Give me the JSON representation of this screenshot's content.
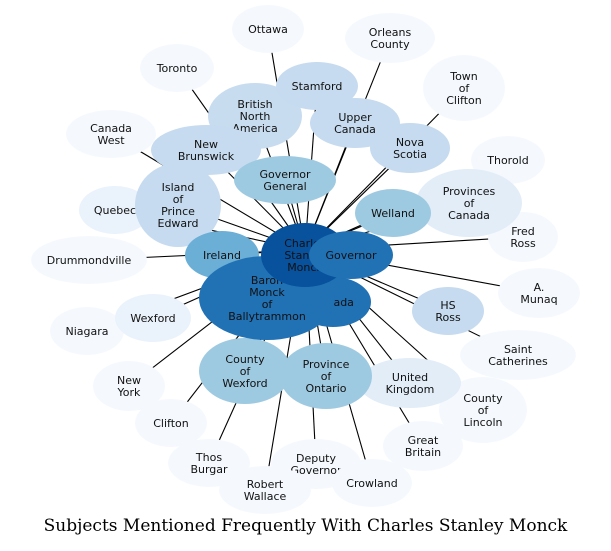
{
  "title": "Subjects Mentioned Frequently With Charles Stanley Monck",
  "center": "Charles Stanley Monck",
  "nodes": [
    {
      "id": "ottawa",
      "label": [
        "Ottawa"
      ],
      "color": "#f5f9fe"
    },
    {
      "id": "orleans-county",
      "label": [
        "Orleans",
        "County"
      ],
      "color": "#f5f9fe"
    },
    {
      "id": "toronto",
      "label": [
        "Toronto"
      ],
      "color": "#f5f9fe"
    },
    {
      "id": "town-of-clifton",
      "label": [
        "Town",
        "of",
        "Clifton"
      ],
      "color": "#f5f9fe"
    },
    {
      "id": "canada-west",
      "label": [
        "Canada",
        "West"
      ],
      "color": "#f5f9fe"
    },
    {
      "id": "thorold",
      "label": [
        "Thorold"
      ],
      "color": "#f5f9fe"
    },
    {
      "id": "fred-ross",
      "label": [
        "Fred",
        "Ross"
      ],
      "color": "#f5f9fe"
    },
    {
      "id": "drummondville",
      "label": [
        "Drummondville"
      ],
      "color": "#f5f9fe"
    },
    {
      "id": "a-munaq",
      "label": [
        "A.",
        "Munaq"
      ],
      "color": "#f5f9fe"
    },
    {
      "id": "niagara",
      "label": [
        "Niagara"
      ],
      "color": "#f5f9fe"
    },
    {
      "id": "saint-catherines",
      "label": [
        "Saint",
        "Catherines"
      ],
      "color": "#f5f9fe"
    },
    {
      "id": "new-york",
      "label": [
        "New",
        "York"
      ],
      "color": "#f5f9fe"
    },
    {
      "id": "county-of-lincoln",
      "label": [
        "County",
        "of",
        "Lincoln"
      ],
      "color": "#f5f9fe"
    },
    {
      "id": "clifton",
      "label": [
        "Clifton"
      ],
      "color": "#f5f9fe"
    },
    {
      "id": "great-britain",
      "label": [
        "Great",
        "Britain"
      ],
      "color": "#f5f9fe"
    },
    {
      "id": "thos-burgar",
      "label": [
        "Thos",
        "Burgar"
      ],
      "color": "#f5f9fe"
    },
    {
      "id": "deputy-governor",
      "label": [
        "Deputy",
        "Governor"
      ],
      "color": "#f5f9fe"
    },
    {
      "id": "crowland",
      "label": [
        "Crowland"
      ],
      "color": "#f5f9fe"
    },
    {
      "id": "robert-wallace",
      "label": [
        "Robert",
        "Wallace"
      ],
      "color": "#f5f9fe"
    },
    {
      "id": "wexford",
      "label": [
        "Wexford"
      ],
      "color": "#eaf2fb"
    },
    {
      "id": "quebec",
      "label": [
        "Quebec"
      ],
      "color": "#eaf2fb"
    },
    {
      "id": "provinces-of-canada",
      "label": [
        "Provinces",
        "of",
        "Canada"
      ],
      "color": "#e2edf8"
    },
    {
      "id": "united-kingdom",
      "label": [
        "United",
        "Kingdom"
      ],
      "color": "#e2edf8"
    },
    {
      "id": "british-north-america",
      "label": [
        "British",
        "North",
        "America"
      ],
      "color": "#c8dcf0"
    },
    {
      "id": "stamford",
      "label": [
        "Stamford"
      ],
      "color": "#c6dbef"
    },
    {
      "id": "upper-canada",
      "label": [
        "Upper",
        "Canada"
      ],
      "color": "#c6dbef"
    },
    {
      "id": "new-brunswick",
      "label": [
        "New",
        "Brunswick"
      ],
      "color": "#c6dbef"
    },
    {
      "id": "nova-scotia",
      "label": [
        "Nova",
        "Scotia"
      ],
      "color": "#c6dbef"
    },
    {
      "id": "island-of-prince-edward",
      "label": [
        "Island",
        "of",
        "Prince",
        "Edward"
      ],
      "color": "#c6dbef"
    },
    {
      "id": "hs-ross",
      "label": [
        "HS",
        "Ross"
      ],
      "color": "#c6dbef"
    },
    {
      "id": "governor-general",
      "label": [
        "Governor",
        "General"
      ],
      "color": "#9ecae1"
    },
    {
      "id": "welland",
      "label": [
        "Welland"
      ],
      "color": "#9ecae1"
    },
    {
      "id": "county-of-wexford",
      "label": [
        "County",
        "of",
        "Wexford"
      ],
      "color": "#9ecae1"
    },
    {
      "id": "province-of-ontario",
      "label": [
        "Province",
        "of",
        "Ontario"
      ],
      "color": "#9ecae1"
    },
    {
      "id": "ireland",
      "label": [
        "Ireland"
      ],
      "color": "#6baed6"
    },
    {
      "id": "canada",
      "label": [
        "Canada"
      ],
      "color": "#2171b5"
    },
    {
      "id": "baron-monck-of-ballytrammon",
      "label": [
        "Baron",
        "Monck",
        "of",
        "Ballytrammon"
      ],
      "color": "#2171b5"
    },
    {
      "id": "charles-stanley-monck",
      "label": [
        "Charles",
        "Stanley",
        "Monck"
      ],
      "color": "#08519c"
    },
    {
      "id": "governor",
      "label": [
        "Governor"
      ],
      "color": "#2171b5"
    }
  ]
}
